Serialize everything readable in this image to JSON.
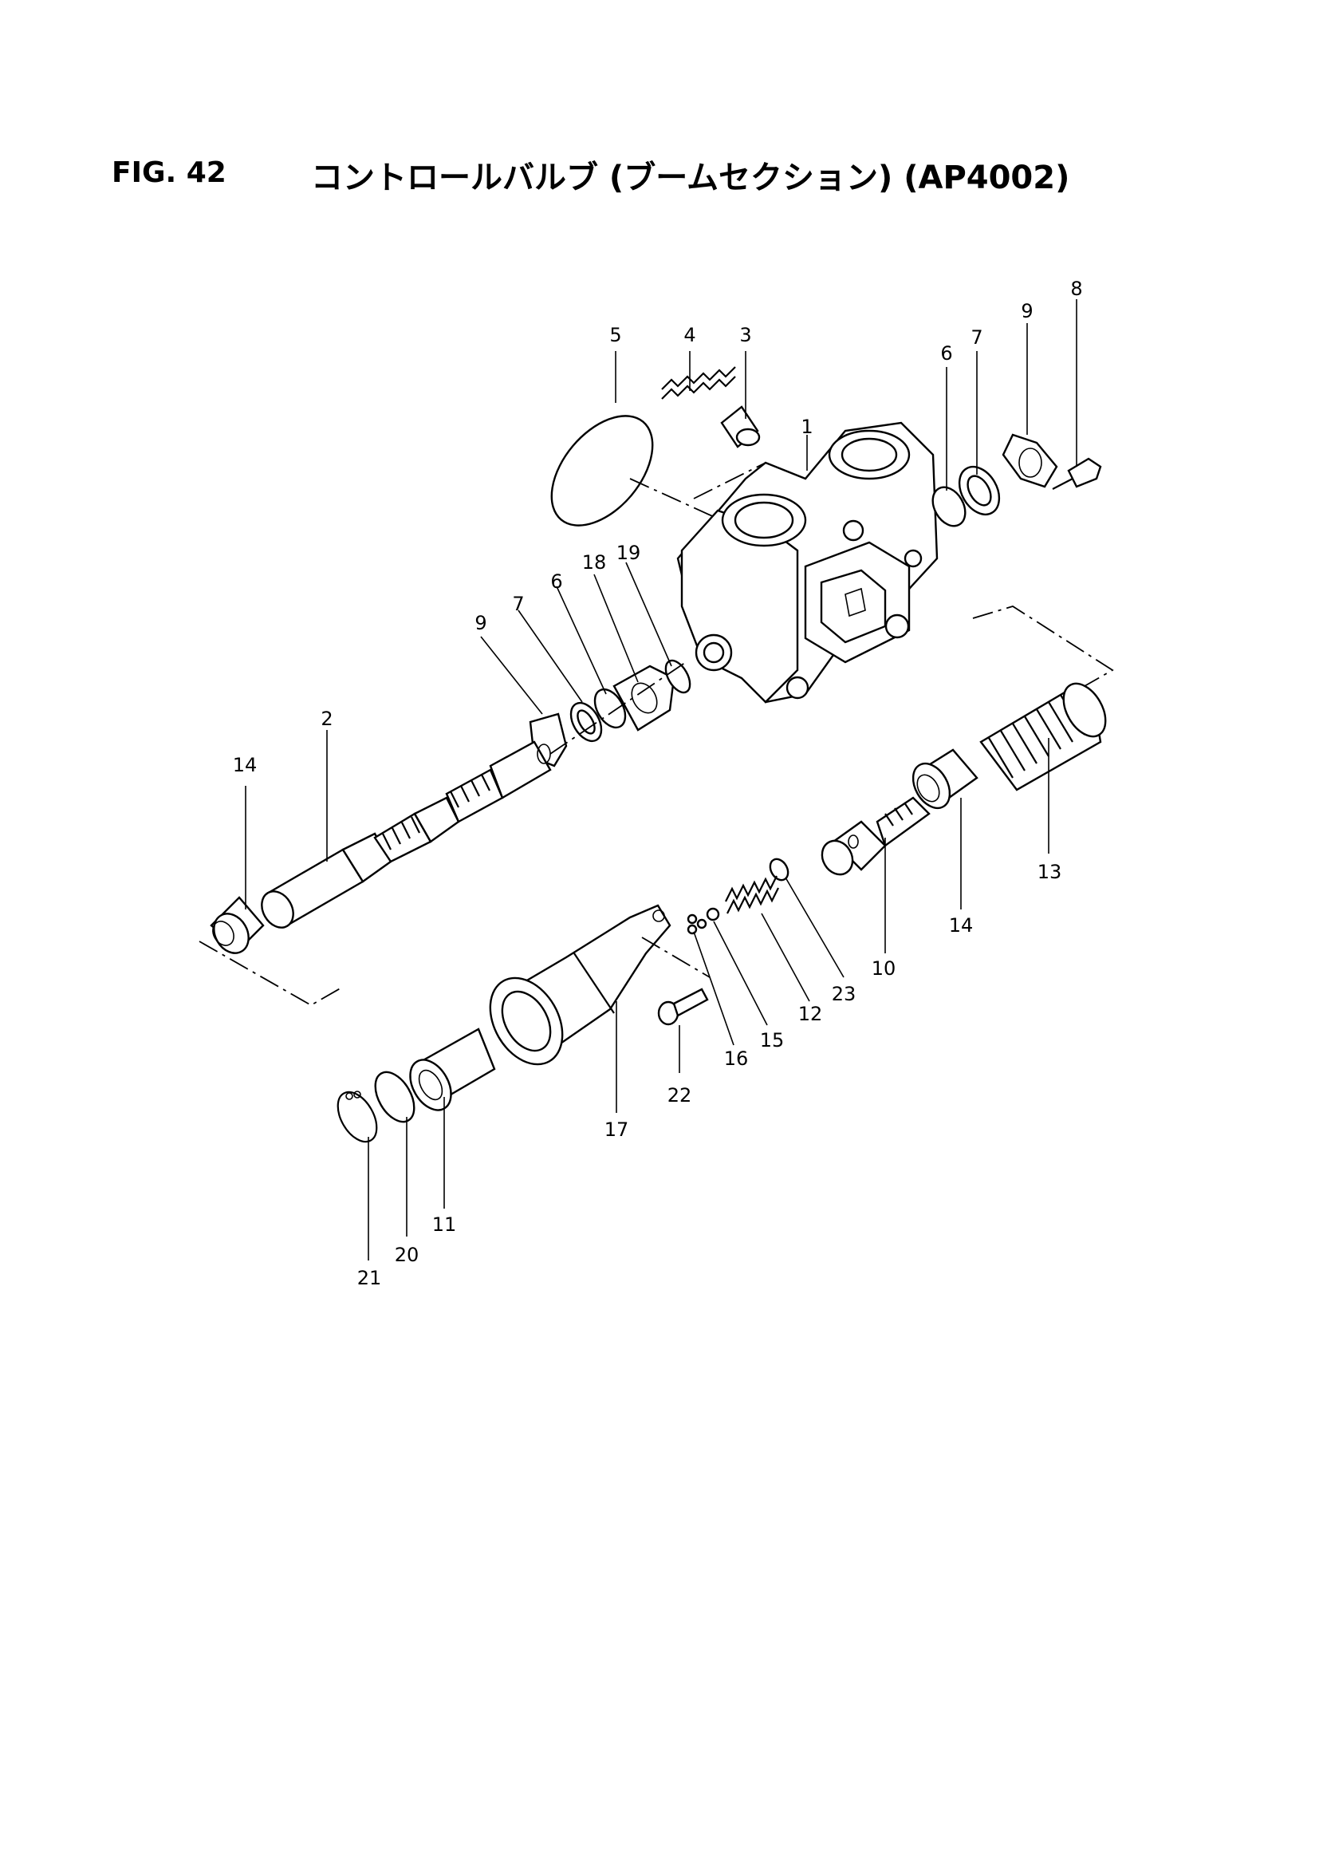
{
  "header": {
    "figure_number": "FIG. 42",
    "figure_title": "コントロールバルブ (ブームセクション) (AP4002)"
  },
  "callouts": {
    "c1": "1",
    "c2": "2",
    "c3": "3",
    "c4": "4",
    "c5": "5",
    "c6a": "6",
    "c6b": "6",
    "c7a": "7",
    "c7b": "7",
    "c8": "8",
    "c9a": "9",
    "c9b": "9",
    "c10": "10",
    "c11": "11",
    "c12": "12",
    "c13": "13",
    "c14a": "14",
    "c14b": "14",
    "c15": "15",
    "c16": "16",
    "c17": "17",
    "c18": "18",
    "c19": "19",
    "c20": "20",
    "c21": "21",
    "c22": "22",
    "c23": "23"
  }
}
